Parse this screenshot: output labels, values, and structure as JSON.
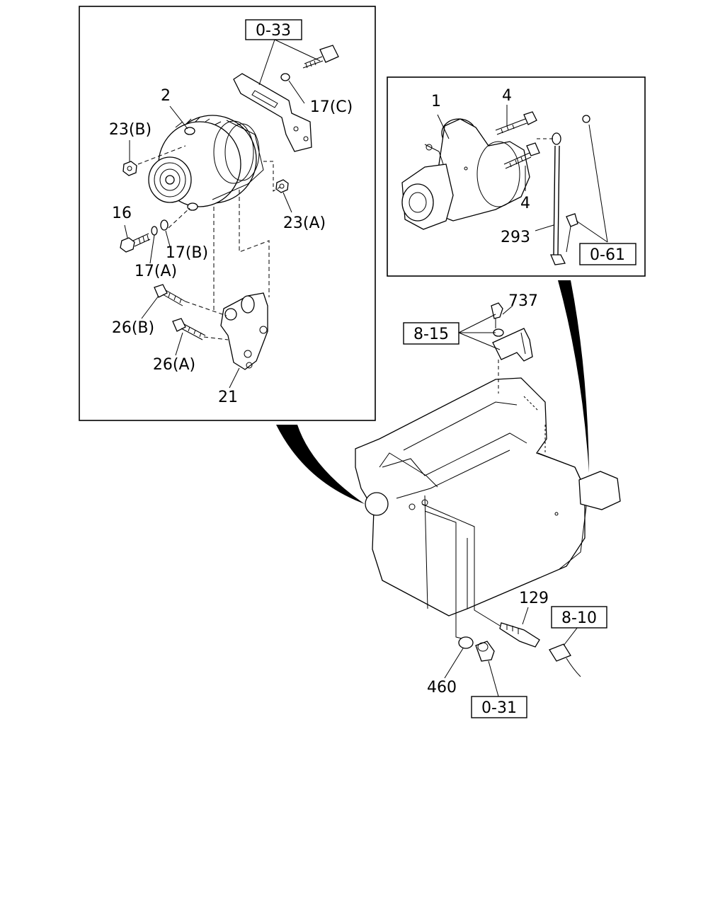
{
  "labels": {
    "l2": "2",
    "l23b": "23(B)",
    "l16": "16",
    "l17a": "17(A)",
    "l17b": "17(B)",
    "l17c": "17(C)",
    "l23a": "23(A)",
    "l26b": "26(B)",
    "l26a": "26(A)",
    "l21": "21",
    "l1": "1",
    "l4a": "4",
    "l4b": "4",
    "l293": "293",
    "l737": "737",
    "l129": "129",
    "l460": "460"
  },
  "refs": {
    "r033": "0-33",
    "r061": "0-61",
    "r815": "8-15",
    "r810": "8-10",
    "r031": "0-31"
  }
}
